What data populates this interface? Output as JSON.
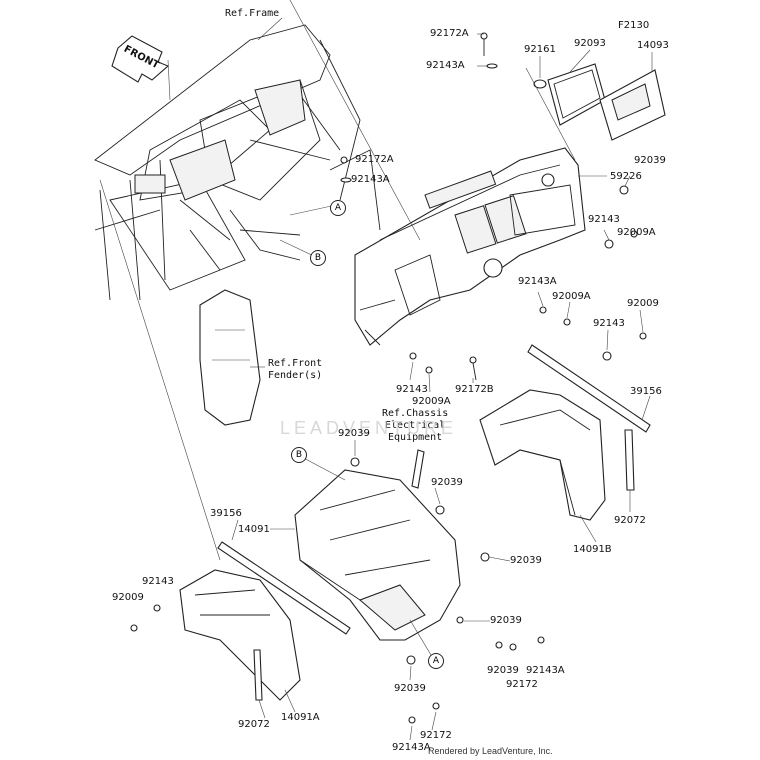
{
  "diagram": {
    "code": "F2130",
    "front_arrow": "FRONT",
    "refs": {
      "frame": "Ref.Frame",
      "front_fender": "Ref.Front\nFender(s)",
      "chassis_elec": "Ref.Chassis\nElectrical\nEquipment"
    },
    "callouts": {
      "a": "A",
      "b": "B"
    },
    "watermark": "LEADVENTURE",
    "credit": "Rendered by LeadVenture, Inc.",
    "parts": [
      "92172A",
      "92143A",
      "92161",
      "92093",
      "14093",
      "92172A",
      "92143A",
      "92039",
      "59226",
      "92143",
      "92009A",
      "92143A",
      "92009A",
      "92009",
      "92143",
      "92143",
      "92009A",
      "92172B",
      "39156",
      "92039",
      "92039",
      "39156",
      "14091",
      "92039",
      "92143",
      "92009",
      "92072",
      "14091B",
      "92039",
      "92039",
      "92172",
      "92143A",
      "92039",
      "92072",
      "14091A",
      "92172",
      "92143A"
    ]
  }
}
